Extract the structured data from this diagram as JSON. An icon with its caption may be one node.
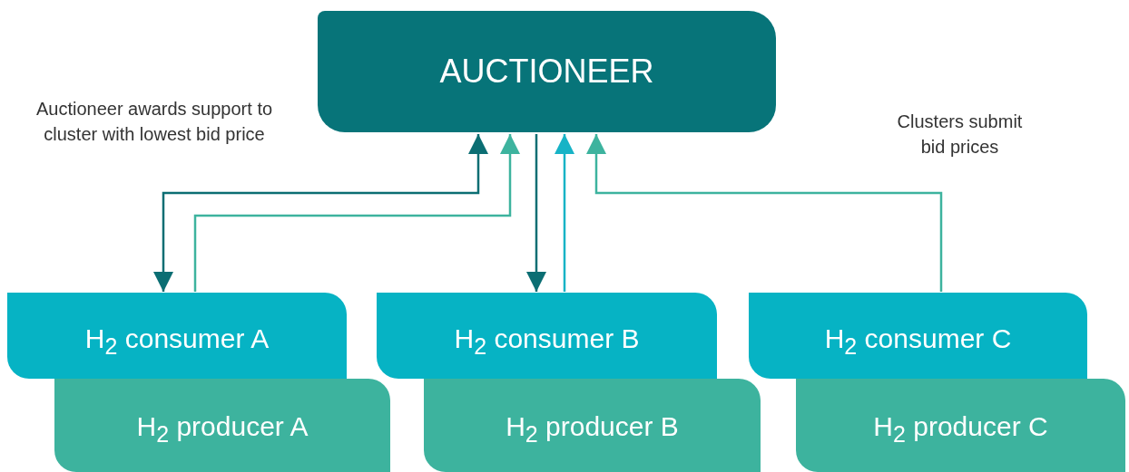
{
  "diagram": {
    "nodes": [
      {
        "text": [
          "AUCTIONEER"
        ]
      },
      {
        "text": [
          "H$_{2}$ consumer A"
        ]
      },
      {
        "text": [
          "H$_{2}$ producer A"
        ]
      },
      {
        "text": [
          "H$_{2}$ consumer B"
        ]
      },
      {
        "text": [
          "H$_{2}$ producer B"
        ]
      },
      {
        "text": [
          "H$_{2}$ consumer C"
        ]
      },
      {
        "text": [
          "H$_{2}$ producer C"
        ]
      }
    ],
    "edges": [
      {
        "from": 0,
        "to": 1,
        "arrow": "both",
        "color": "#0b6e73"
      },
      {
        "from": 1,
        "to": 0,
        "arrow": "to",
        "color": "#3db39e"
      },
      {
        "from": 0,
        "to": 3,
        "arrow": "to",
        "color": "#0b6e73"
      },
      {
        "from": 3,
        "to": 0,
        "arrow": "to",
        "color": "#17b3c6"
      },
      {
        "from": 5,
        "to": 0,
        "arrow": "to",
        "color": "#3db39e"
      }
    ],
    "labels": [
      "Auctioneer awards support to cluster with lowest bid price",
      "Clusters submit bid prices"
    ]
  }
}
